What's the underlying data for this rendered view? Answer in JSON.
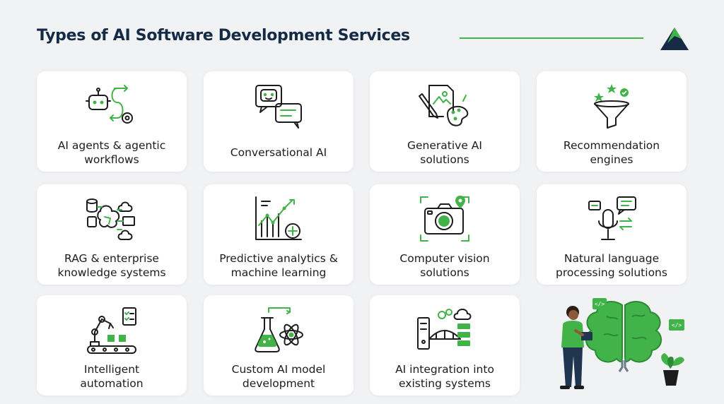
{
  "title": "Types of AI Software Development Services",
  "colors": {
    "accent": "#41b349",
    "title": "#152a45",
    "card": "#ffffff",
    "background": "#f1f2f4"
  },
  "cards": [
    {
      "icon": "robot-agent-workflow-icon",
      "lines": [
        "AI agents & agentic",
        "workflows"
      ]
    },
    {
      "icon": "chat-bubbles-icon",
      "lines": [
        "Conversational AI"
      ]
    },
    {
      "icon": "paint-palette-icon",
      "lines": [
        "Generative AI",
        "solutions"
      ]
    },
    {
      "icon": "funnel-stars-icon",
      "lines": [
        "Recommendation",
        "engines"
      ]
    },
    {
      "icon": "brain-book-database-icon",
      "lines": [
        "RAG & enterprise",
        "knowledge systems"
      ]
    },
    {
      "icon": "trend-chart-icon",
      "lines": [
        "Predictive analytics &",
        "machine learning"
      ]
    },
    {
      "icon": "camera-scan-icon",
      "lines": [
        "Computer vision",
        "solutions"
      ]
    },
    {
      "icon": "microphone-speech-icon",
      "lines": [
        "Natural language",
        "processing solutions"
      ]
    },
    {
      "icon": "robot-arm-conveyor-icon",
      "lines": [
        "Intelligent",
        "automation"
      ]
    },
    {
      "icon": "flask-atom-icon",
      "lines": [
        "Custom AI model",
        "development"
      ]
    },
    {
      "icon": "server-bridge-cloud-icon",
      "lines": [
        "AI integration into",
        "existing systems"
      ]
    }
  ],
  "illustration": {
    "icon": "person-brain-illustration",
    "badges": [
      "</>",
      "</>"
    ]
  }
}
